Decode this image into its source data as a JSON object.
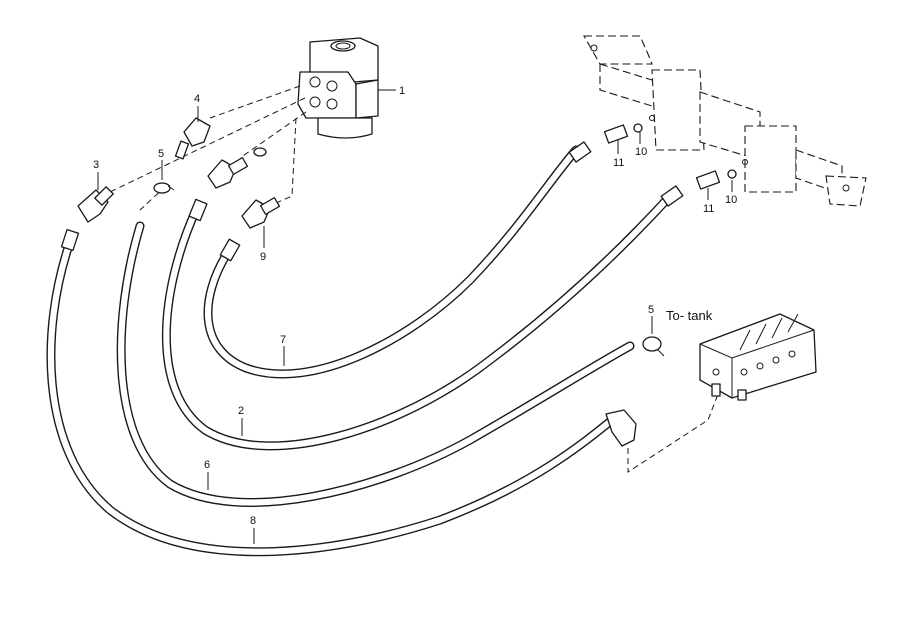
{
  "diagram": {
    "callouts": {
      "c1": "1",
      "c2": "2",
      "c3": "3",
      "c4": "4",
      "c5a": "5",
      "c5b": "5",
      "c6": "6",
      "c7": "7",
      "c8": "8",
      "c9": "9",
      "c10a": "10",
      "c10b": "10",
      "c11a": "11",
      "c11b": "11"
    },
    "note": "To- tank"
  }
}
